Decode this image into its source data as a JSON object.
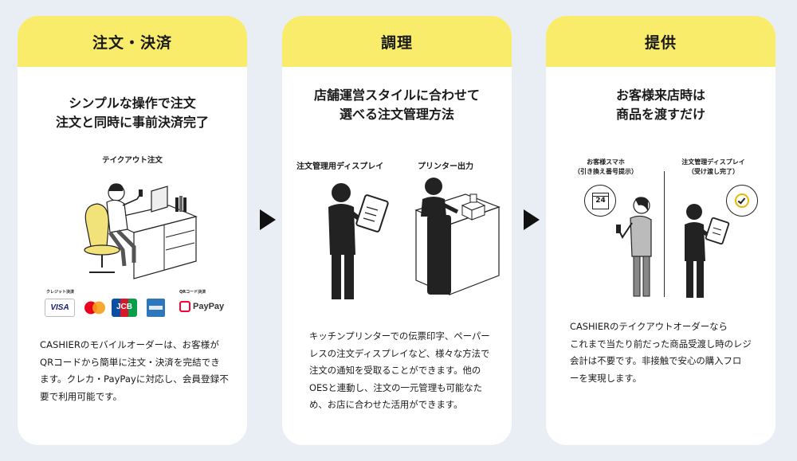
{
  "cards": [
    {
      "title": "注文・決済",
      "headline": [
        "シンプルな操作で注文",
        "注文と同時に事前決済完了"
      ],
      "illustration_label": "テイクアウト注文",
      "payment": {
        "credit_label": "クレジット決済",
        "qr_label": "QRコード決済",
        "brands": [
          "VISA",
          "JCB",
          "PayPay"
        ]
      },
      "body": [
        "CASHIERのモバイルオーダーは、お客様が",
        "QRコードから簡単に注文・決済を完結でき",
        "ます。クレカ・PayPayに対応し、会員登録不",
        "要で利用可能です。"
      ]
    },
    {
      "title": "調理",
      "headline": [
        "店舗運営スタイルに合わせて",
        "選べる注文管理方法"
      ],
      "labels": [
        "注文管理用ディスプレイ",
        "プリンター出力"
      ],
      "body": [
        "キッチンプリンターでの伝票印字、ペーパー",
        "レスの注文ディスプレイなど、様々な方法で",
        "注文の通知を受取ることができます。他の",
        "OESと連動し、注文の一元管理も可能なた",
        "め、お店に合わせた活用ができます。"
      ]
    },
    {
      "title": "提供",
      "headline": [
        "お客様来店時は",
        "商品を渡すだけ"
      ],
      "labels": [
        [
          "お客様スマホ",
          "（引き換え番号提示）"
        ],
        [
          "注文管理ディスプレイ",
          "（受け渡し完了）"
        ]
      ],
      "calendar_number": "24",
      "body": [
        "CASHIERのテイクアウトオーダーなら",
        "これまで当たり前だった商品受渡し時のレジ",
        "会計は不要です。非接触で安心の購入フロ",
        "ーを実現します。"
      ]
    }
  ],
  "colors": {
    "header": "#f8ec6a",
    "background": "#e9eef5",
    "card": "#ffffff",
    "chair": "#f2e27a"
  }
}
